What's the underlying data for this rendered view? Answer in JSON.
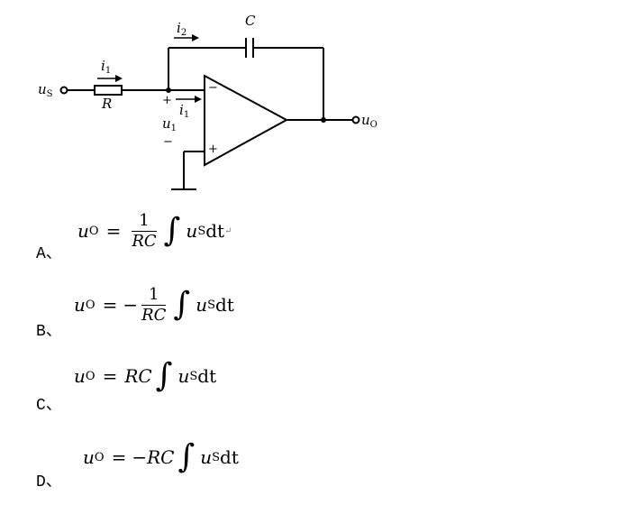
{
  "circuit": {
    "labels": {
      "us": "u",
      "us_sub": "S",
      "i1_top": "i",
      "i1_top_sub": "1",
      "R": "R",
      "i2": "i",
      "i2_sub": "2",
      "C": "C",
      "plus_input": "+",
      "i1_mid": "i",
      "i1_mid_sub": "1",
      "u1": "u",
      "u1_sub": "1",
      "minus_input": "−",
      "op_minus": "−",
      "op_plus": "+",
      "uo": "u",
      "uo_sub": "O"
    }
  },
  "options": [
    {
      "letter": "A、",
      "lhs": "u",
      "lhs_sub": "O",
      "eq": "=",
      "sign": "",
      "num": "1",
      "den": "RC",
      "coef": "",
      "integrand": "u",
      "integrand_sub": "S",
      "dt": "dt",
      "trail": "↵"
    },
    {
      "letter": "B、",
      "lhs": "u",
      "lhs_sub": "O",
      "eq": "=",
      "sign": "−",
      "num": "1",
      "den": "RC",
      "coef": "",
      "integrand": "u",
      "integrand_sub": "S",
      "dt": "dt",
      "trail": ""
    },
    {
      "letter": "C、",
      "lhs": "u",
      "lhs_sub": "O",
      "eq": "=",
      "sign": "",
      "num": "",
      "den": "",
      "coef": "RC",
      "integrand": "u",
      "integrand_sub": "S",
      "dt": "dt",
      "trail": ""
    },
    {
      "letter": "D、",
      "lhs": "u",
      "lhs_sub": "O",
      "eq": "=",
      "sign": "−",
      "num": "",
      "den": "",
      "coef": "RC",
      "integrand": "u",
      "integrand_sub": "S",
      "dt": "dt",
      "trail": ""
    }
  ]
}
